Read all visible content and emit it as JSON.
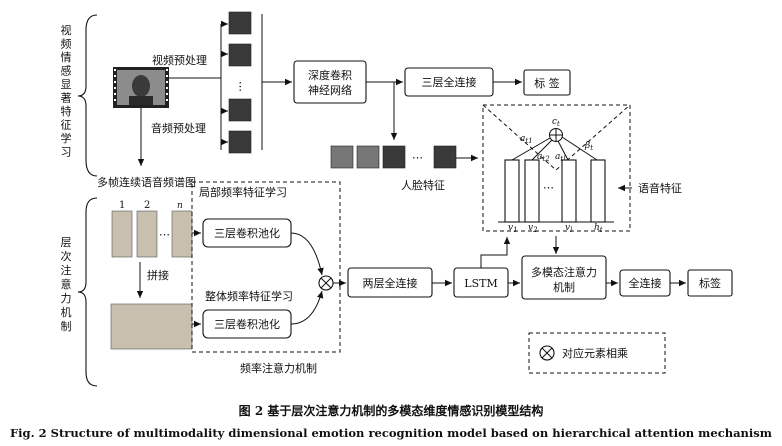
{
  "sections": {
    "top_label": "视频情感显著特征学习",
    "bottom_label": "层次注意力机制"
  },
  "top": {
    "video_preprocess": "视频预处理",
    "audio_preprocess": "音频预处理",
    "cnn": "深度卷积神经网络",
    "fc3": "三层全连接",
    "label": "标 签",
    "face_feature": "人脸特征",
    "speech_feature": "语音特征",
    "multi_frame_spectrogram": "多帧连续语音频谱图",
    "ellipsis": "⋯"
  },
  "attention": {
    "context": "c",
    "context_sub": "t",
    "a1": "a",
    "a1_sub": "t1",
    "a2": "a",
    "a2_sub": "t2",
    "al": "a",
    "al_sub": "tl",
    "beta": "β",
    "beta_sub": "t",
    "v1": "v",
    "v1_sub": "1",
    "v2": "v",
    "v2_sub": "2",
    "vl": "v",
    "vl_sub": "l",
    "h": "h",
    "h_sub": "t",
    "ellipsis": "⋯"
  },
  "bottom": {
    "frame_nums": [
      "1",
      "2",
      "n"
    ],
    "frame_ellipsis": "⋯",
    "local_freq": "局部频率特征学习",
    "global_freq": "整体频率特征学习",
    "conv3_pool_a": "三层卷积池化",
    "conv3_pool_b": "三层卷积池化",
    "splice": "拼接",
    "fc2": "两层全连接",
    "lstm": "LSTM",
    "mm_attention_line1": "多模态注意力",
    "mm_attention_line2": "机制",
    "fc": "全连接",
    "label": "标签",
    "freq_attention": "频率注意力机制",
    "legend": "对应元素相乘"
  },
  "caption": {
    "cn": "图 2   基于层次注意力机制的多模态维度情感识别模型结构",
    "en": "Fig. 2   Structure of multimodality dimensional emotion recognition model based on hierarchical attention mechanism"
  },
  "colors": {
    "line": "#111111",
    "spectrogram": "#c9bfae",
    "face": "#3a3a3a"
  }
}
